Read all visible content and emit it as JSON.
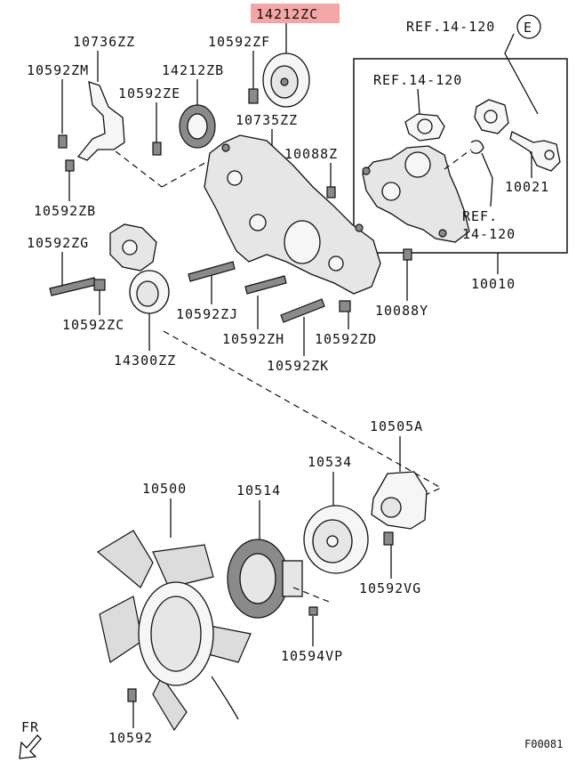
{
  "diagram": {
    "highlight_color": "#f4a6a6",
    "highlighted_part": "14212ZC",
    "figure_code": "F00081",
    "direction_label": "FR",
    "circle_reference": "E",
    "labels": {
      "l14212ZC": "14212ZC",
      "ref14120_top": "REF.14-120",
      "l10736ZZ": "10736ZZ",
      "l10592ZF": "10592ZF",
      "l10592ZM": "10592ZM",
      "l14212ZB": "14212ZB",
      "l10592ZE": "10592ZE",
      "l10735ZZ": "10735ZZ",
      "ref14120_box1": "REF.14-120",
      "l10088Z": "10088Z",
      "l10021": "10021",
      "l10592ZB": "10592ZB",
      "ref14120_box2_line1": "REF.",
      "ref14120_box2_line2": "14-120",
      "l10592ZG": "10592ZG",
      "l10010": "10010",
      "l10592ZJ": "10592ZJ",
      "l10088Y": "10088Y",
      "l10592ZC": "10592ZC",
      "l10592ZH": "10592ZH",
      "l10592ZD": "10592ZD",
      "l14300ZZ": "14300ZZ",
      "l10592ZK": "10592ZK",
      "l10505A": "10505A",
      "l10534": "10534",
      "l10500": "10500",
      "l10514": "10514",
      "l10592VG": "10592VG",
      "l10594VP": "10594VP",
      "l10592": "10592"
    }
  }
}
